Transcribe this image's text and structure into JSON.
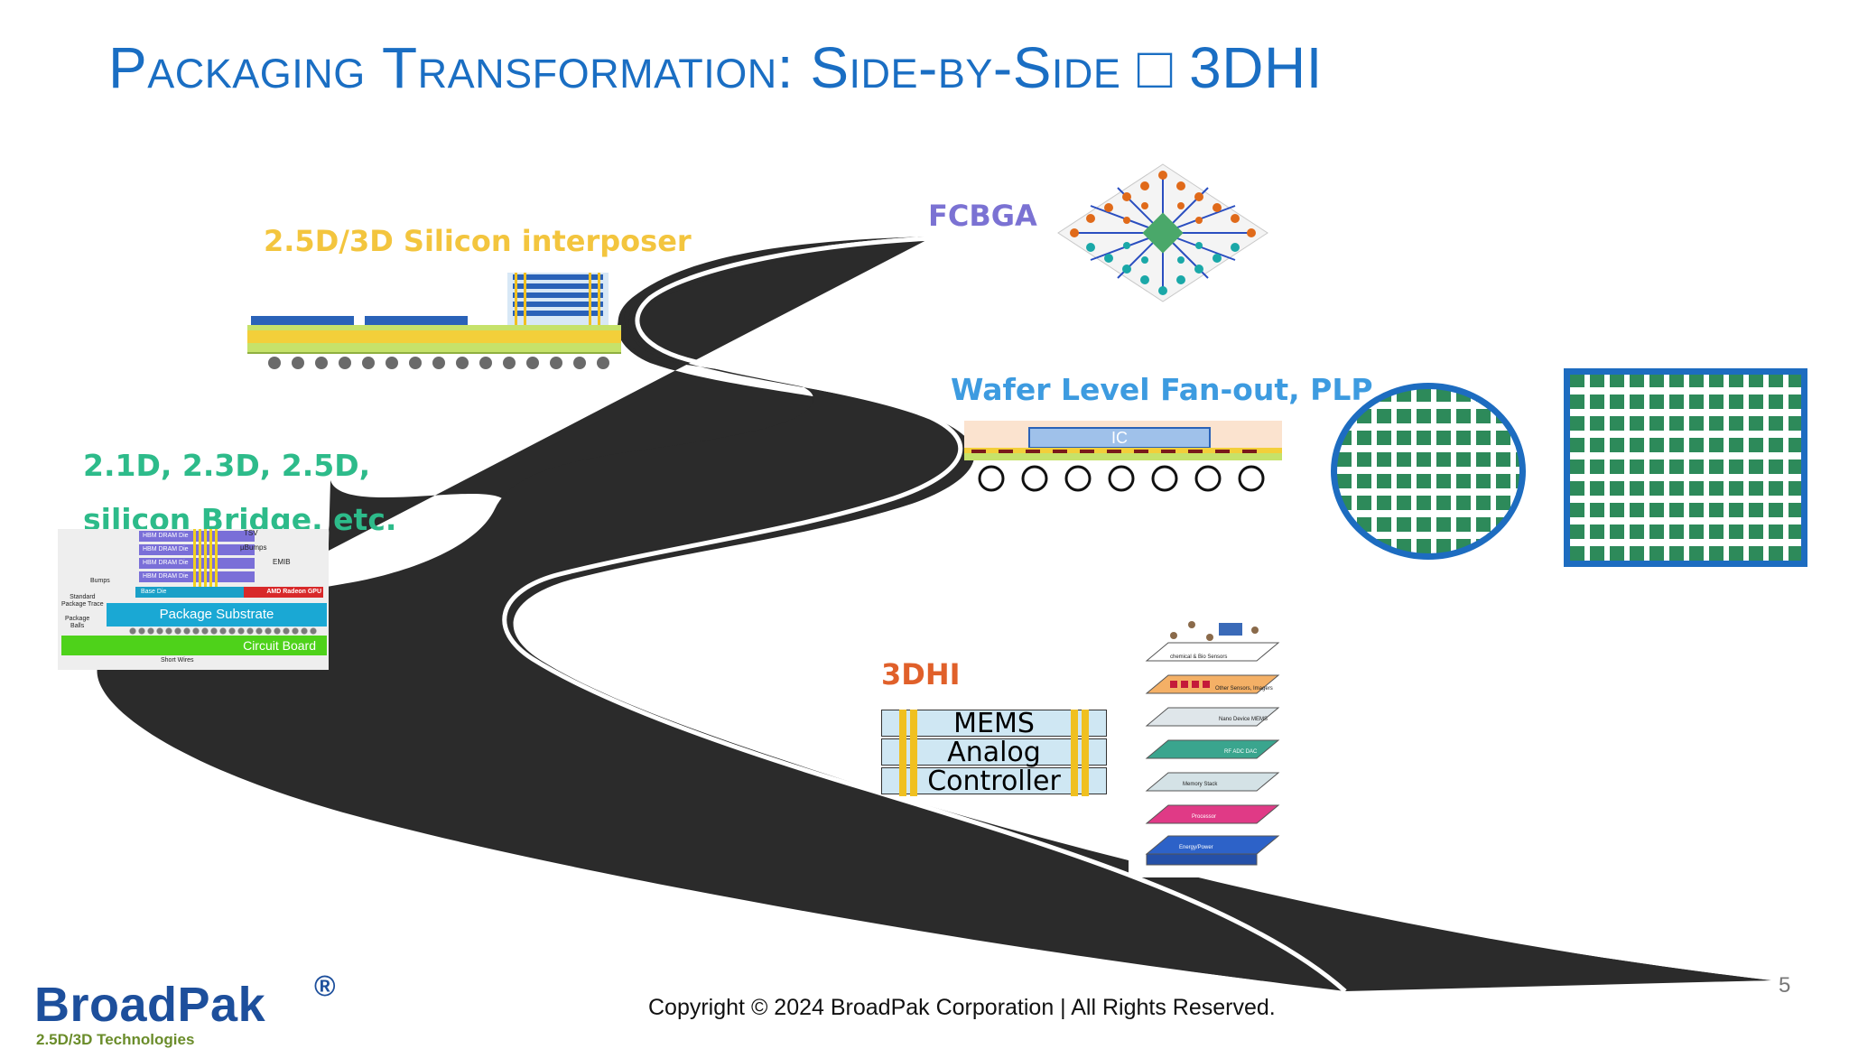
{
  "slide": {
    "title_word1_initial": "P",
    "title_word1_rest": "ackaging",
    "title_word2_initial": "T",
    "title_word2_rest": "ransformation",
    "title_colon": ":",
    "title_word3_initial": "S",
    "title_word3_rest": "ide-by-",
    "title_word4_initial": "S",
    "title_word4_rest": "ide",
    "title_arrow": "□",
    "title_end": "3DHI",
    "page_number": "5",
    "copyright": "Copyright © 2024 BroadPak Corporation | All Rights Reserved."
  },
  "labels": {
    "interposer": "2.5D/3D Silicon interposer",
    "fcbga": "FCBGA",
    "wafer": "Wafer Level Fan-out, PLP",
    "bridge": "2.1D, 2.3D, 2.5D,\nsilicon Bridge, etc.",
    "threedhi": "3DHI"
  },
  "bridge_diagram": {
    "dram_dies": [
      "HBM DRAM Die",
      "HBM DRAM Die",
      "HBM DRAM Die",
      "HBM DRAM Die"
    ],
    "base_die": "Base Die",
    "gpu": "AMD Radeon GPU",
    "tsv": "TSV",
    "ubumps": "µBumps",
    "emib": "EMIB",
    "bumps": "Bumps",
    "std_trace": "Standard\nPackage Trace",
    "pkg_balls": "Package\nBalls",
    "substrate": "Package Substrate",
    "board": "Circuit Board",
    "short_wires": "Short Wires"
  },
  "wlfo_diagram": {
    "die": "IC"
  },
  "stack_3dhi": {
    "layers": [
      "MEMS",
      "Analog",
      "Controller"
    ]
  },
  "layer_stack": {
    "layers": [
      "chemical & Bio Sensors",
      "Other Sensors, Imagers",
      "Nano Device MEMS",
      "RF ADC DAC",
      "Memory Stack",
      "Processor",
      "Energy/Power"
    ]
  },
  "logo": {
    "name": "BroadPak",
    "registered": "®",
    "tagline": "2.5D/3D Technologies"
  },
  "colors": {
    "title": "#1a6ec3",
    "interposer_label": "#f3c53e",
    "fcbga_label": "#7b72d3",
    "wafer_label": "#3d9be0",
    "bridge_label": "#2dbb8a",
    "threedhi_label": "#e0602a",
    "road": "#2b2b2b",
    "logo": "#1d4f9c"
  }
}
